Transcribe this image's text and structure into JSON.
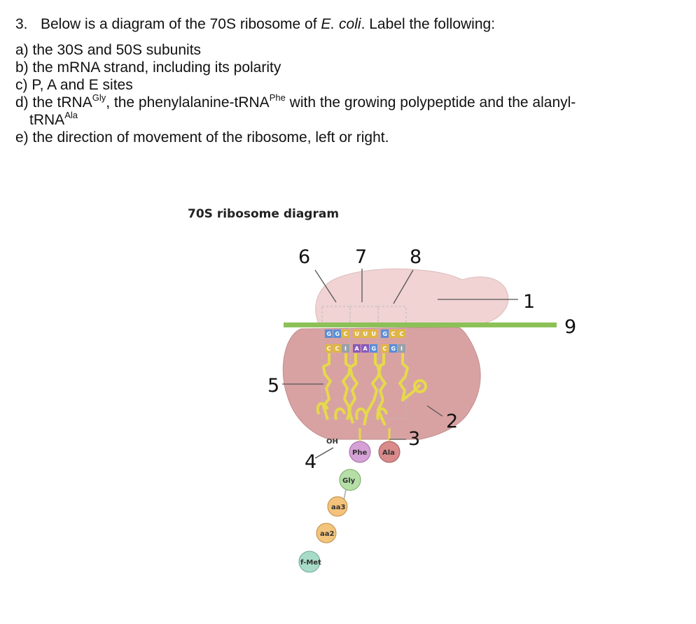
{
  "question": {
    "number": "3.",
    "text_before": "Below is a diagram of the 70S ribosome of ",
    "species": "E. coli",
    "text_after": ". Label the following:",
    "parts": {
      "a": "a) the 30S and 50S subunits",
      "b": "b) the mRNA strand, including its polarity",
      "c": "c) P, A and E sites",
      "d_pre": "d) the tRNA",
      "d_sup1": "Gly",
      "d_mid": ", the phenylalanine-tRNA",
      "d_sup2": "Phe",
      "d_post": " with the growing polypeptide and the alanyl-",
      "d2_pre": "tRNA",
      "d2_sup": "Ala",
      "e": "e) the direction of movement of the ribosome, left or right."
    }
  },
  "diagram": {
    "title": "70S ribosome diagram",
    "labels": [
      "1",
      "2",
      "3",
      "4",
      "5",
      "6",
      "7",
      "8",
      "9"
    ],
    "mrna_codons": [
      "G",
      "G",
      "C",
      "U",
      "U",
      "U",
      "G",
      "C",
      "C"
    ],
    "anticodons": [
      "C",
      "C",
      "I",
      "A",
      "A",
      "G",
      "C",
      "G",
      "I"
    ],
    "oh_label": "OH",
    "amino_acids": {
      "phe": "Phe",
      "ala": "Ala",
      "gly": "Gly",
      "aa3": "aa3",
      "aa2": "aa2",
      "fmet": "f-Met"
    },
    "colors": {
      "large_subunit": "#f1d3d3",
      "small_subunit": "#d8a2a2",
      "mrna": "#8cc157",
      "trna": "#e6d94a",
      "phe": "#d6a1d6",
      "ala": "#d98a8a",
      "gly": "#b5dfa6",
      "aa3": "#f4c27a",
      "aa2": "#f2c47c",
      "fmet": "#a8dcc9"
    }
  }
}
